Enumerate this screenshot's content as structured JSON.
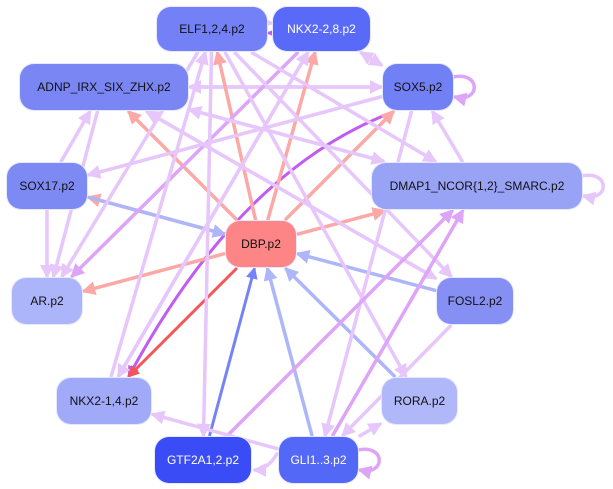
{
  "graph": {
    "type": "directed-network",
    "nodes": [
      {
        "id": "ELF",
        "label": "ELF1,2,4.p2",
        "color": "#7480f6",
        "text": "dark"
      },
      {
        "id": "NKX228",
        "label": "NKX2-2,8.p2",
        "color": "#5a6af8",
        "text": "light"
      },
      {
        "id": "ADNP",
        "label": "ADNP_IRX_SIX_ZHX.p2",
        "color": "#7a86f4",
        "text": "dark"
      },
      {
        "id": "SOX5",
        "label": "SOX5.p2",
        "color": "#7280f6",
        "text": "dark"
      },
      {
        "id": "SOX17",
        "label": "SOX17.p2",
        "color": "#7e8af4",
        "text": "dark"
      },
      {
        "id": "DMAP1",
        "label": "DMAP1_NCOR{1,2}_SMARC.p2",
        "color": "#98a3f6",
        "text": "dark"
      },
      {
        "id": "DBP",
        "label": "DBP.p2",
        "color": "#fd8586",
        "text": "dark"
      },
      {
        "id": "AR",
        "label": "AR.p2",
        "color": "#adb5fa",
        "text": "dark"
      },
      {
        "id": "FOSL2",
        "label": "FOSL2.p2",
        "color": "#8690f4",
        "text": "dark"
      },
      {
        "id": "NKX214",
        "label": "NKX2-1,4.p2",
        "color": "#a0aaf8",
        "text": "dark"
      },
      {
        "id": "RORA",
        "label": "RORA.p2",
        "color": "#b0b8fa",
        "text": "dark"
      },
      {
        "id": "GTF2A",
        "label": "GTF2A1,2.p2",
        "color": "#3a4cf6",
        "text": "light"
      },
      {
        "id": "GLI",
        "label": "GLI1..3.p2",
        "color": "#5468f8",
        "text": "light"
      }
    ],
    "edge_colors": {
      "light_violet": "#e6c6fb",
      "violet": "#dda4f7",
      "strong_violet": "#c05cf2",
      "salmon": "#fca8a6",
      "red": "#f55556",
      "light_blue": "#aeb6fa",
      "blue": "#7683f6"
    },
    "edges": [
      {
        "from": "NKX228",
        "to": "ELF",
        "color": "strong_violet"
      },
      {
        "from": "ELF",
        "to": "NKX228",
        "color": "light_violet"
      },
      {
        "from": "SOX5",
        "to": "SOX5",
        "color": "violet"
      },
      {
        "from": "DMAP1",
        "to": "DMAP1",
        "color": "light_violet"
      },
      {
        "from": "GLI",
        "to": "GLI",
        "color": "violet"
      },
      {
        "from": "GLI",
        "to": "GTF2A",
        "color": "light_violet"
      },
      {
        "from": "SOX5",
        "to": "ADNP",
        "color": "light_violet"
      },
      {
        "from": "ADNP",
        "to": "SOX5",
        "color": "light_violet"
      },
      {
        "from": "SOX5",
        "to": "NKX214",
        "color": "strong_violet"
      },
      {
        "from": "DBP",
        "to": "SOX5",
        "color": "salmon"
      },
      {
        "from": "DBP",
        "to": "ELF",
        "color": "salmon"
      },
      {
        "from": "DBP",
        "to": "NKX228",
        "color": "salmon"
      },
      {
        "from": "DBP",
        "to": "ADNP",
        "color": "salmon"
      },
      {
        "from": "DBP",
        "to": "DMAP1",
        "color": "salmon"
      },
      {
        "from": "DBP",
        "to": "AR",
        "color": "salmon"
      },
      {
        "from": "DBP",
        "to": "SOX17",
        "color": "salmon"
      },
      {
        "from": "DBP",
        "to": "NKX214",
        "color": "red"
      },
      {
        "from": "SOX17",
        "to": "DBP",
        "color": "light_blue"
      },
      {
        "from": "FOSL2",
        "to": "DBP",
        "color": "light_blue"
      },
      {
        "from": "GTF2A",
        "to": "DBP",
        "color": "blue"
      },
      {
        "from": "GLI",
        "to": "DBP",
        "color": "light_blue"
      },
      {
        "from": "RORA",
        "to": "DBP",
        "color": "light_blue"
      },
      {
        "from": "SOX17",
        "to": "AR",
        "color": "light_violet"
      },
      {
        "from": "ADNP",
        "to": "AR",
        "color": "light_violet"
      },
      {
        "from": "SOX17",
        "to": "ADNP",
        "color": "light_violet"
      },
      {
        "from": "NKX228",
        "to": "AR",
        "color": "violet"
      },
      {
        "from": "ELF",
        "to": "AR",
        "color": "light_violet"
      },
      {
        "from": "ELF",
        "to": "GTF2A",
        "color": "light_violet"
      },
      {
        "from": "ELF",
        "to": "DMAP1",
        "color": "light_violet"
      },
      {
        "from": "ELF",
        "to": "FOSL2",
        "color": "light_violet"
      },
      {
        "from": "ELF",
        "to": "RORA",
        "color": "light_violet"
      },
      {
        "from": "NKX228",
        "to": "NKX214",
        "color": "light_violet"
      },
      {
        "from": "NKX228",
        "to": "SOX5",
        "color": "light_violet"
      },
      {
        "from": "SOX5",
        "to": "NKX228",
        "color": "light_violet"
      },
      {
        "from": "ADNP",
        "to": "DMAP1",
        "color": "light_violet"
      },
      {
        "from": "ADNP",
        "to": "FOSL2",
        "color": "light_violet"
      },
      {
        "from": "DMAP1",
        "to": "SOX5",
        "color": "light_violet"
      },
      {
        "from": "DMAP1",
        "to": "ADNP",
        "color": "light_violet"
      },
      {
        "from": "FOSL2",
        "to": "ADNP",
        "color": "light_violet"
      },
      {
        "from": "SOX5",
        "to": "SOX17",
        "color": "light_violet"
      },
      {
        "from": "SOX5",
        "to": "GLI",
        "color": "light_violet"
      },
      {
        "from": "GLI",
        "to": "DMAP1",
        "color": "violet"
      },
      {
        "from": "GTF2A",
        "to": "DMAP1",
        "color": "violet"
      },
      {
        "from": "GLI",
        "to": "NKX214",
        "color": "light_violet"
      },
      {
        "from": "GLI",
        "to": "RORA",
        "color": "light_violet"
      },
      {
        "from": "FOSL2",
        "to": "GLI",
        "color": "light_violet"
      },
      {
        "from": "NKX214",
        "to": "ELF",
        "color": "light_violet"
      },
      {
        "from": "NKX214",
        "to": "NKX228",
        "color": "light_violet"
      }
    ]
  }
}
